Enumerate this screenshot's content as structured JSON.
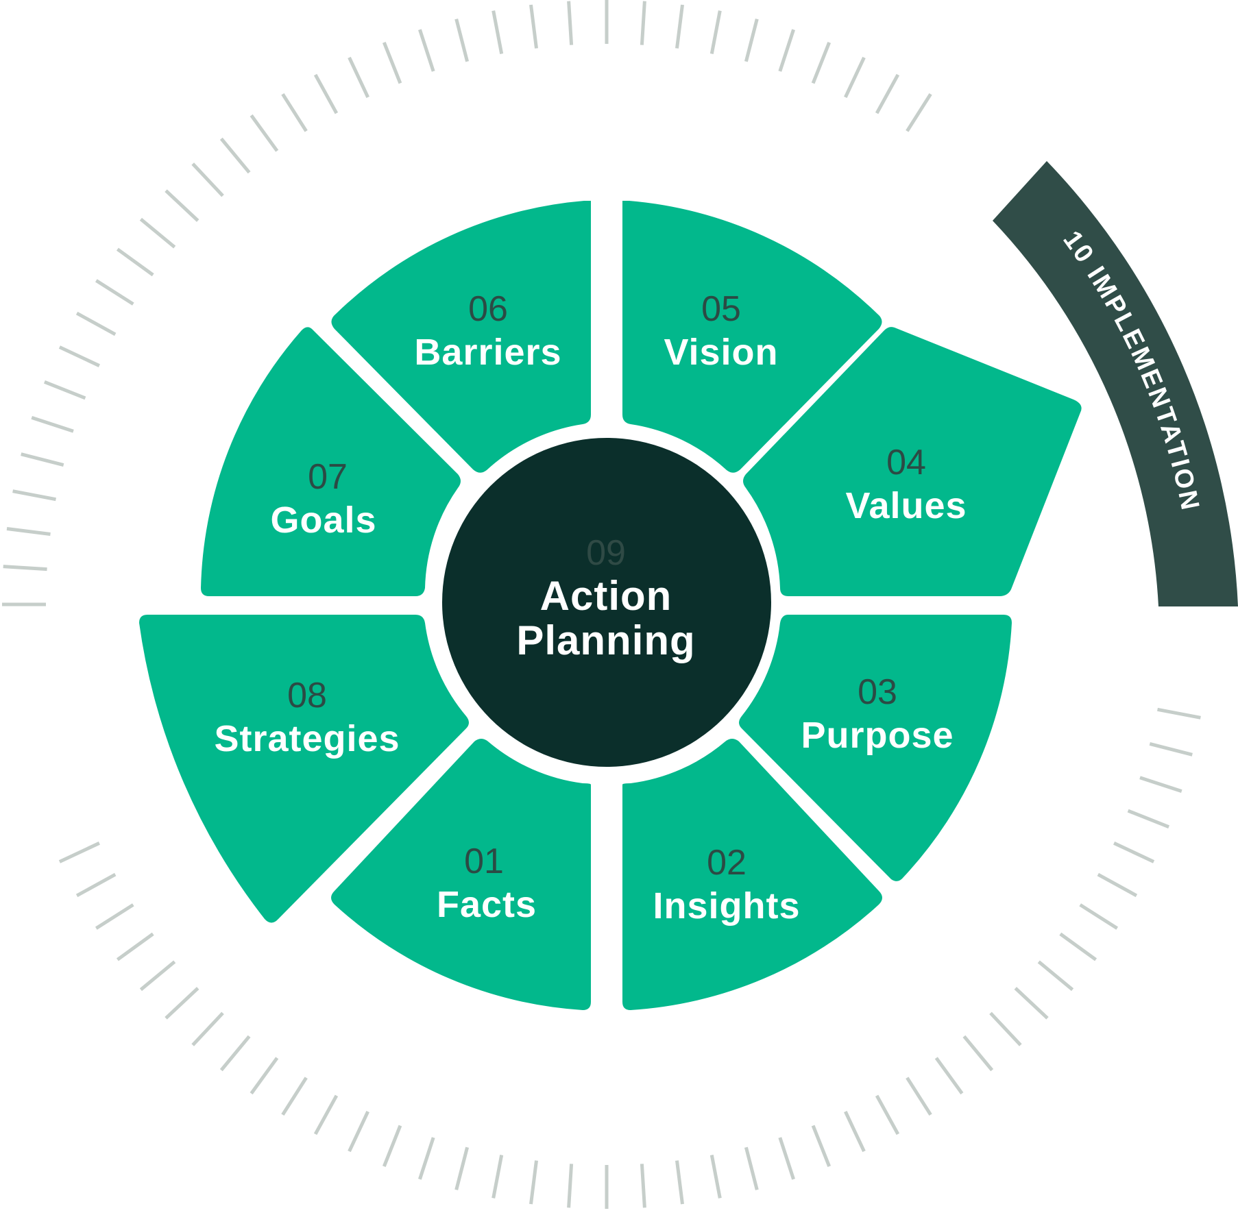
{
  "diagram": {
    "title": "Action Planning Wheel",
    "colors": {
      "segment": "#02b88c",
      "core": "#0b2f2b",
      "implementation_band": "#304d48",
      "tick": "#c6ceca",
      "number_text": "#2c4a44",
      "label_text": "#ffffff"
    },
    "center": {
      "number": "09",
      "label_line1": "Action",
      "label_line2": "Planning"
    },
    "segments": [
      {
        "number": "01",
        "label": "Facts"
      },
      {
        "number": "02",
        "label": "Insights"
      },
      {
        "number": "03",
        "label": "Purpose"
      },
      {
        "number": "04",
        "label": "Values"
      },
      {
        "number": "05",
        "label": "Vision"
      },
      {
        "number": "06",
        "label": "Barriers"
      },
      {
        "number": "07",
        "label": "Goals"
      },
      {
        "number": "08",
        "label": "Strategies"
      }
    ],
    "outer_band": {
      "number": "10",
      "label": "IMPLEMENTATION",
      "text": "10 IMPLEMENTATION"
    }
  }
}
